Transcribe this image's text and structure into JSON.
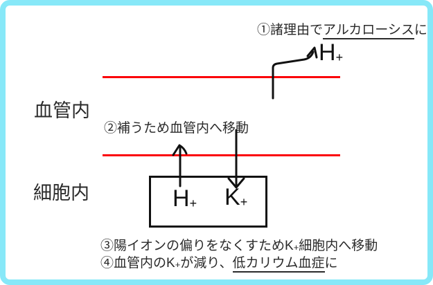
{
  "colors": {
    "frame_border": "#87e8f8",
    "membrane_line": "#fb0006",
    "ink": "#2a2a2a",
    "arrow": "#111111"
  },
  "labels": {
    "vessel": "血管内",
    "cell": "細胞内"
  },
  "notes": {
    "n1": {
      "prefix": "①諸理由で",
      "underlined": "アルカローシス",
      "suffix": "に"
    },
    "n2": {
      "text": "②補うため血管内へ移動"
    },
    "n3": {
      "prefix": "③陽イオンの偏りをなくすためK",
      "charge": "+",
      "suffix": "細胞内へ移動"
    },
    "n4": {
      "prefix": "④血管内のK",
      "charge": "+",
      "mid": "が減り、",
      "underlined": "低カリウム血症",
      "suffix": "に"
    }
  },
  "ions": {
    "top_h": {
      "symbol": "H",
      "charge": "+"
    },
    "box_h": {
      "symbol": "H",
      "charge": "+"
    },
    "box_k": {
      "symbol": "K",
      "charge": "+"
    }
  }
}
